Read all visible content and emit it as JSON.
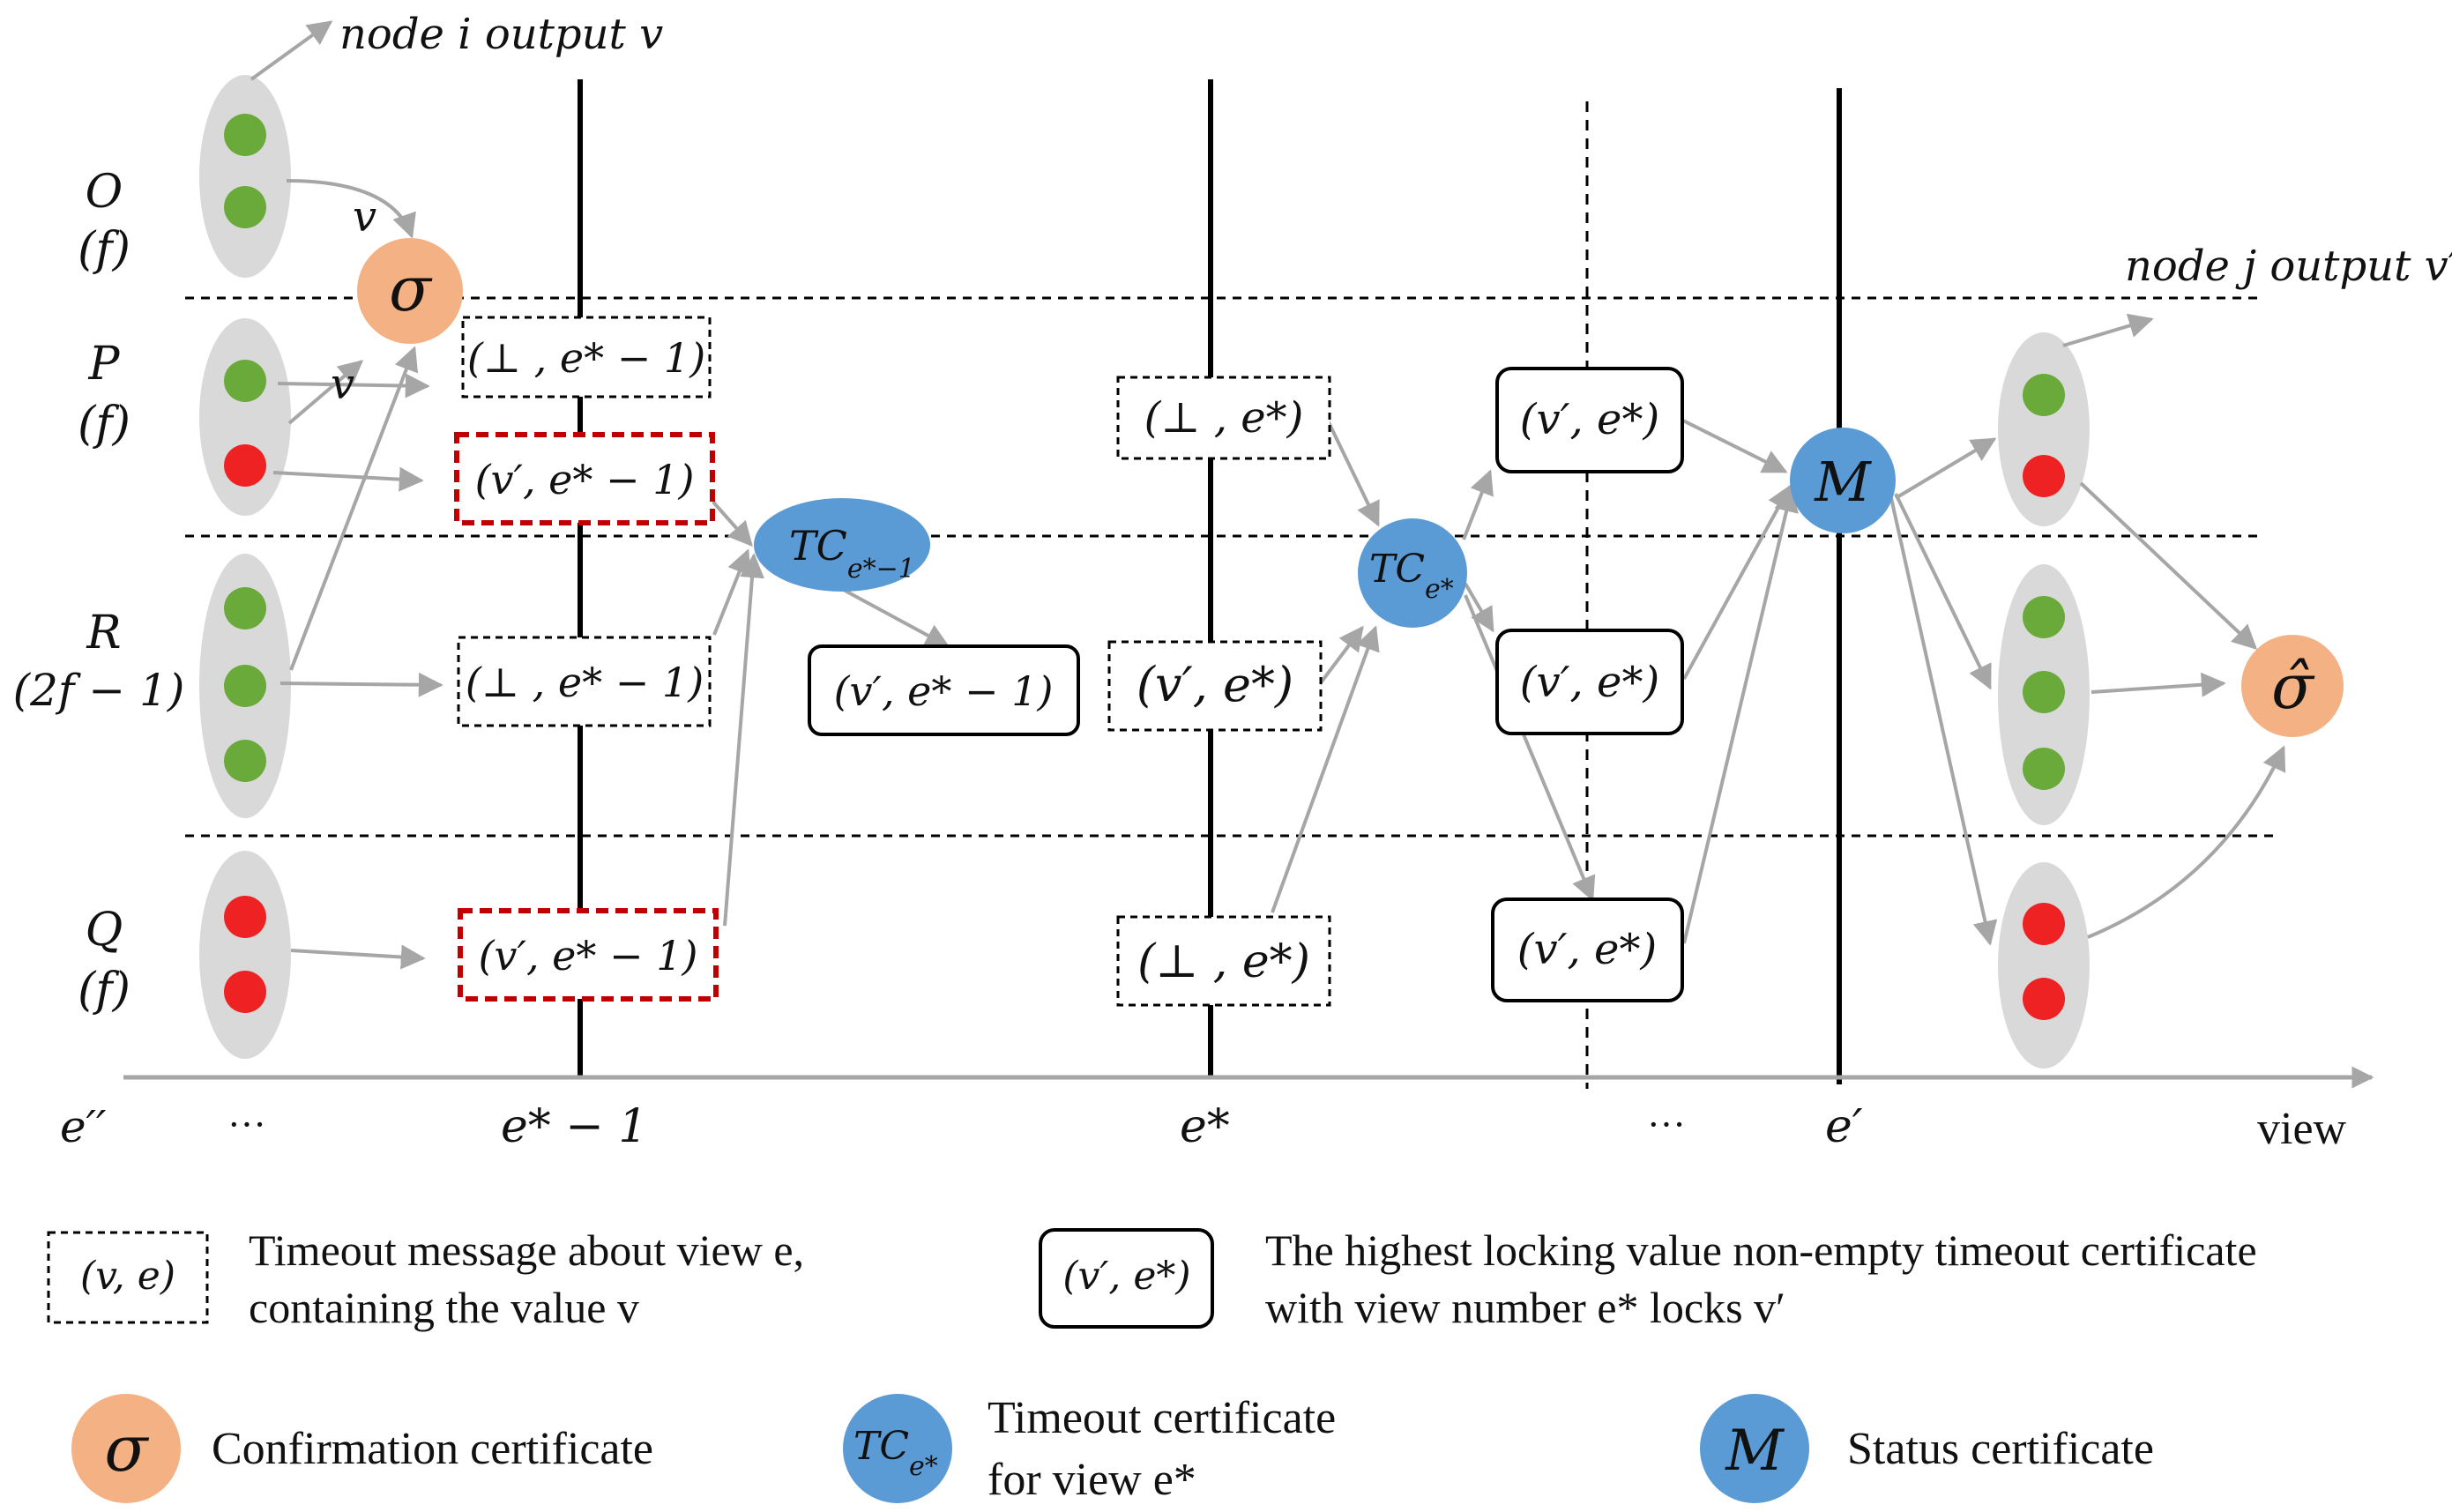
{
  "groups": {
    "O": {
      "name": "O",
      "size": "(f)"
    },
    "P": {
      "name": "P",
      "size": "(f)"
    },
    "R": {
      "name": "R",
      "size": "(2f − 1)"
    },
    "Q": {
      "name": "Q",
      "size": "(f)"
    }
  },
  "annotations": {
    "node_i_output": "node i output v",
    "node_j_output": "node j output v′",
    "arrow_v_top": "v",
    "arrow_v_mid": "v"
  },
  "certificates": {
    "sigma": "σ",
    "sigma_hat": "σ̂",
    "tc_prev": "TCe*−1",
    "tc_prev_main": "TC",
    "tc_prev_sub": "e*−1",
    "tc_cur": "TCe*",
    "tc_cur_main": "TC",
    "tc_cur_sub": "e*",
    "status": "M"
  },
  "messages": {
    "p_bot_prev": "(⊥ , e* − 1)",
    "p_vprime_prev": "(v′, e* − 1)",
    "r_bot_prev": "(⊥ , e* − 1)",
    "q_vprime_prev": "(v′, e* − 1)",
    "mid_cert_prev": "(v′, e* − 1)",
    "p_bot_cur": "(⊥ , e*)",
    "r_vprime_cur": "(v′, e*)",
    "q_bot_cur": "(⊥ , e*)",
    "p_cert_cur": "(v′, e*)",
    "r_cert_cur": "(v′, e*)",
    "q_cert_cur": "(v′, e*)"
  },
  "axis": {
    "label": "view",
    "ticks": [
      "e′′",
      "···",
      "e* − 1",
      "e*",
      "···",
      "e′"
    ]
  },
  "legend": {
    "timeout_msg_symbol": "(v, e)",
    "timeout_msg_line1": "Timeout message about view e,",
    "timeout_msg_line2": "containing the value v",
    "highest_tc_symbol": "(v′, e*)",
    "highest_tc_line1": "The highest locking value non-empty timeout certificate",
    "highest_tc_line2": "with view number e* locks v′",
    "sigma_symbol": "σ",
    "sigma_label": "Confirmation certificate",
    "tc_symbol_main": "TC",
    "tc_symbol_sub": "e*",
    "tc_label_line1": "Timeout certificate",
    "tc_label_line2": "for view e*",
    "m_symbol": "M",
    "m_label": "Status certificate"
  },
  "colors": {
    "green_node": "#6aaa3a",
    "red_node": "#ee2222",
    "node_group": "#d9d9d9",
    "sigma_fill": "#f4b183",
    "cert_blue": "#5b9bd5",
    "arrow_gray": "#a6a6a6",
    "dashed_red": "#c00000"
  }
}
